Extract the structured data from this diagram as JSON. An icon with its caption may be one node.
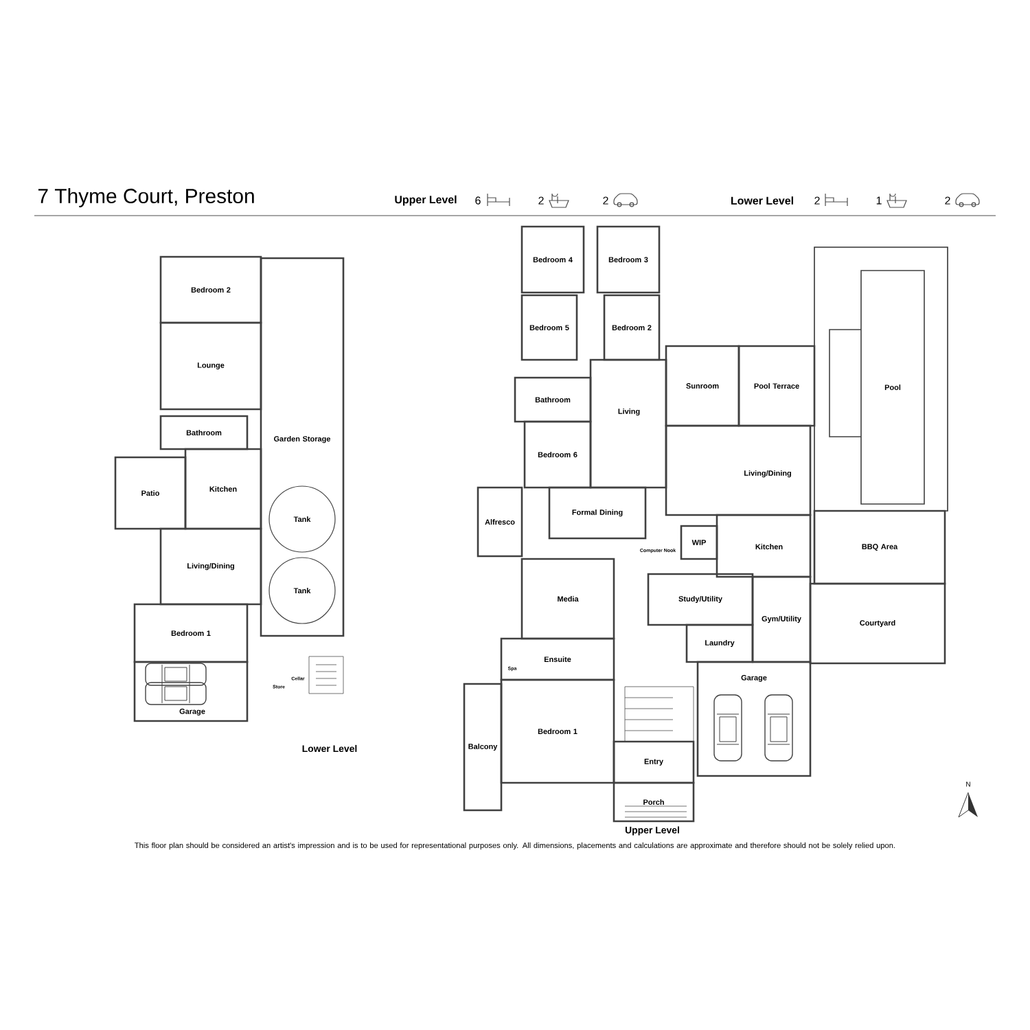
{
  "diagram": {
    "title": "7 Thyme Court, Preston",
    "caption": "This floor plan should be considered an artist's impression and is to be used for representational purposes only. All dimensions, placements and calculations are approximate and therefore should not be solely relied upon.",
    "nodes": [
      {
        "text": [
          "Bedroom 2"
        ]
      },
      {
        "text": [
          "Lounge"
        ]
      },
      {
        "text": [
          "Bathroom"
        ]
      },
      {
        "text": [
          "Patio"
        ]
      },
      {
        "text": [
          "Kitchen"
        ]
      },
      {
        "text": [
          "Garden Storage"
        ]
      },
      {
        "text": [
          "Tank"
        ],
        "in": 5
      },
      {
        "text": [
          "Tank"
        ],
        "in": 5
      },
      {
        "text": [
          "Living/Dining"
        ]
      },
      {
        "text": [
          "Bedroom 1"
        ]
      },
      {
        "text": [
          "Garage"
        ]
      },
      {
        "text": [
          "Bedroom 4"
        ]
      },
      {
        "text": [
          "Bedroom 3"
        ]
      },
      {
        "text": [
          "Bedroom 5"
        ]
      },
      {
        "text": [
          "Bedroom 2"
        ]
      },
      {
        "text": [
          "Bathroom"
        ]
      },
      {
        "text": [
          "Living"
        ]
      },
      {
        "text": [
          "Sunroom"
        ]
      },
      {
        "text": [
          "Pool Terrace"
        ]
      },
      {
        "text": [
          "Pool"
        ]
      },
      {
        "text": [
          "Bedroom 6"
        ]
      },
      {
        "text": [
          "Living/Dining"
        ]
      },
      {
        "text": [
          "Alfresco"
        ]
      },
      {
        "text": [
          "Formal Dining"
        ]
      },
      {
        "text": [
          "WIP"
        ]
      },
      {
        "text": [
          "Kitchen"
        ]
      },
      {
        "text": [
          "BBQ Area"
        ]
      },
      {
        "text": [
          "Media"
        ]
      },
      {
        "text": [
          "Study/Utility"
        ]
      },
      {
        "text": [
          "Gym/Utility"
        ]
      },
      {
        "text": [
          "Courtyard"
        ]
      },
      {
        "text": [
          "Laundry"
        ]
      },
      {
        "text": [
          "Ensuite"
        ]
      },
      {
        "text": [
          "Garage"
        ]
      },
      {
        "text": [
          "Balcony"
        ]
      },
      {
        "text": [
          "Bedroom 1"
        ]
      },
      {
        "text": [
          "Entry"
        ]
      },
      {
        "text": [
          "Porch"
        ]
      }
    ],
    "labels": [
      "Upper Level",
      "6",
      "2",
      "2",
      "Lower Level",
      "2",
      "1",
      "2",
      "Store",
      "Cellar",
      "Lower Level",
      "Computer Nook",
      "Spa",
      "Upper Level",
      "N"
    ]
  }
}
